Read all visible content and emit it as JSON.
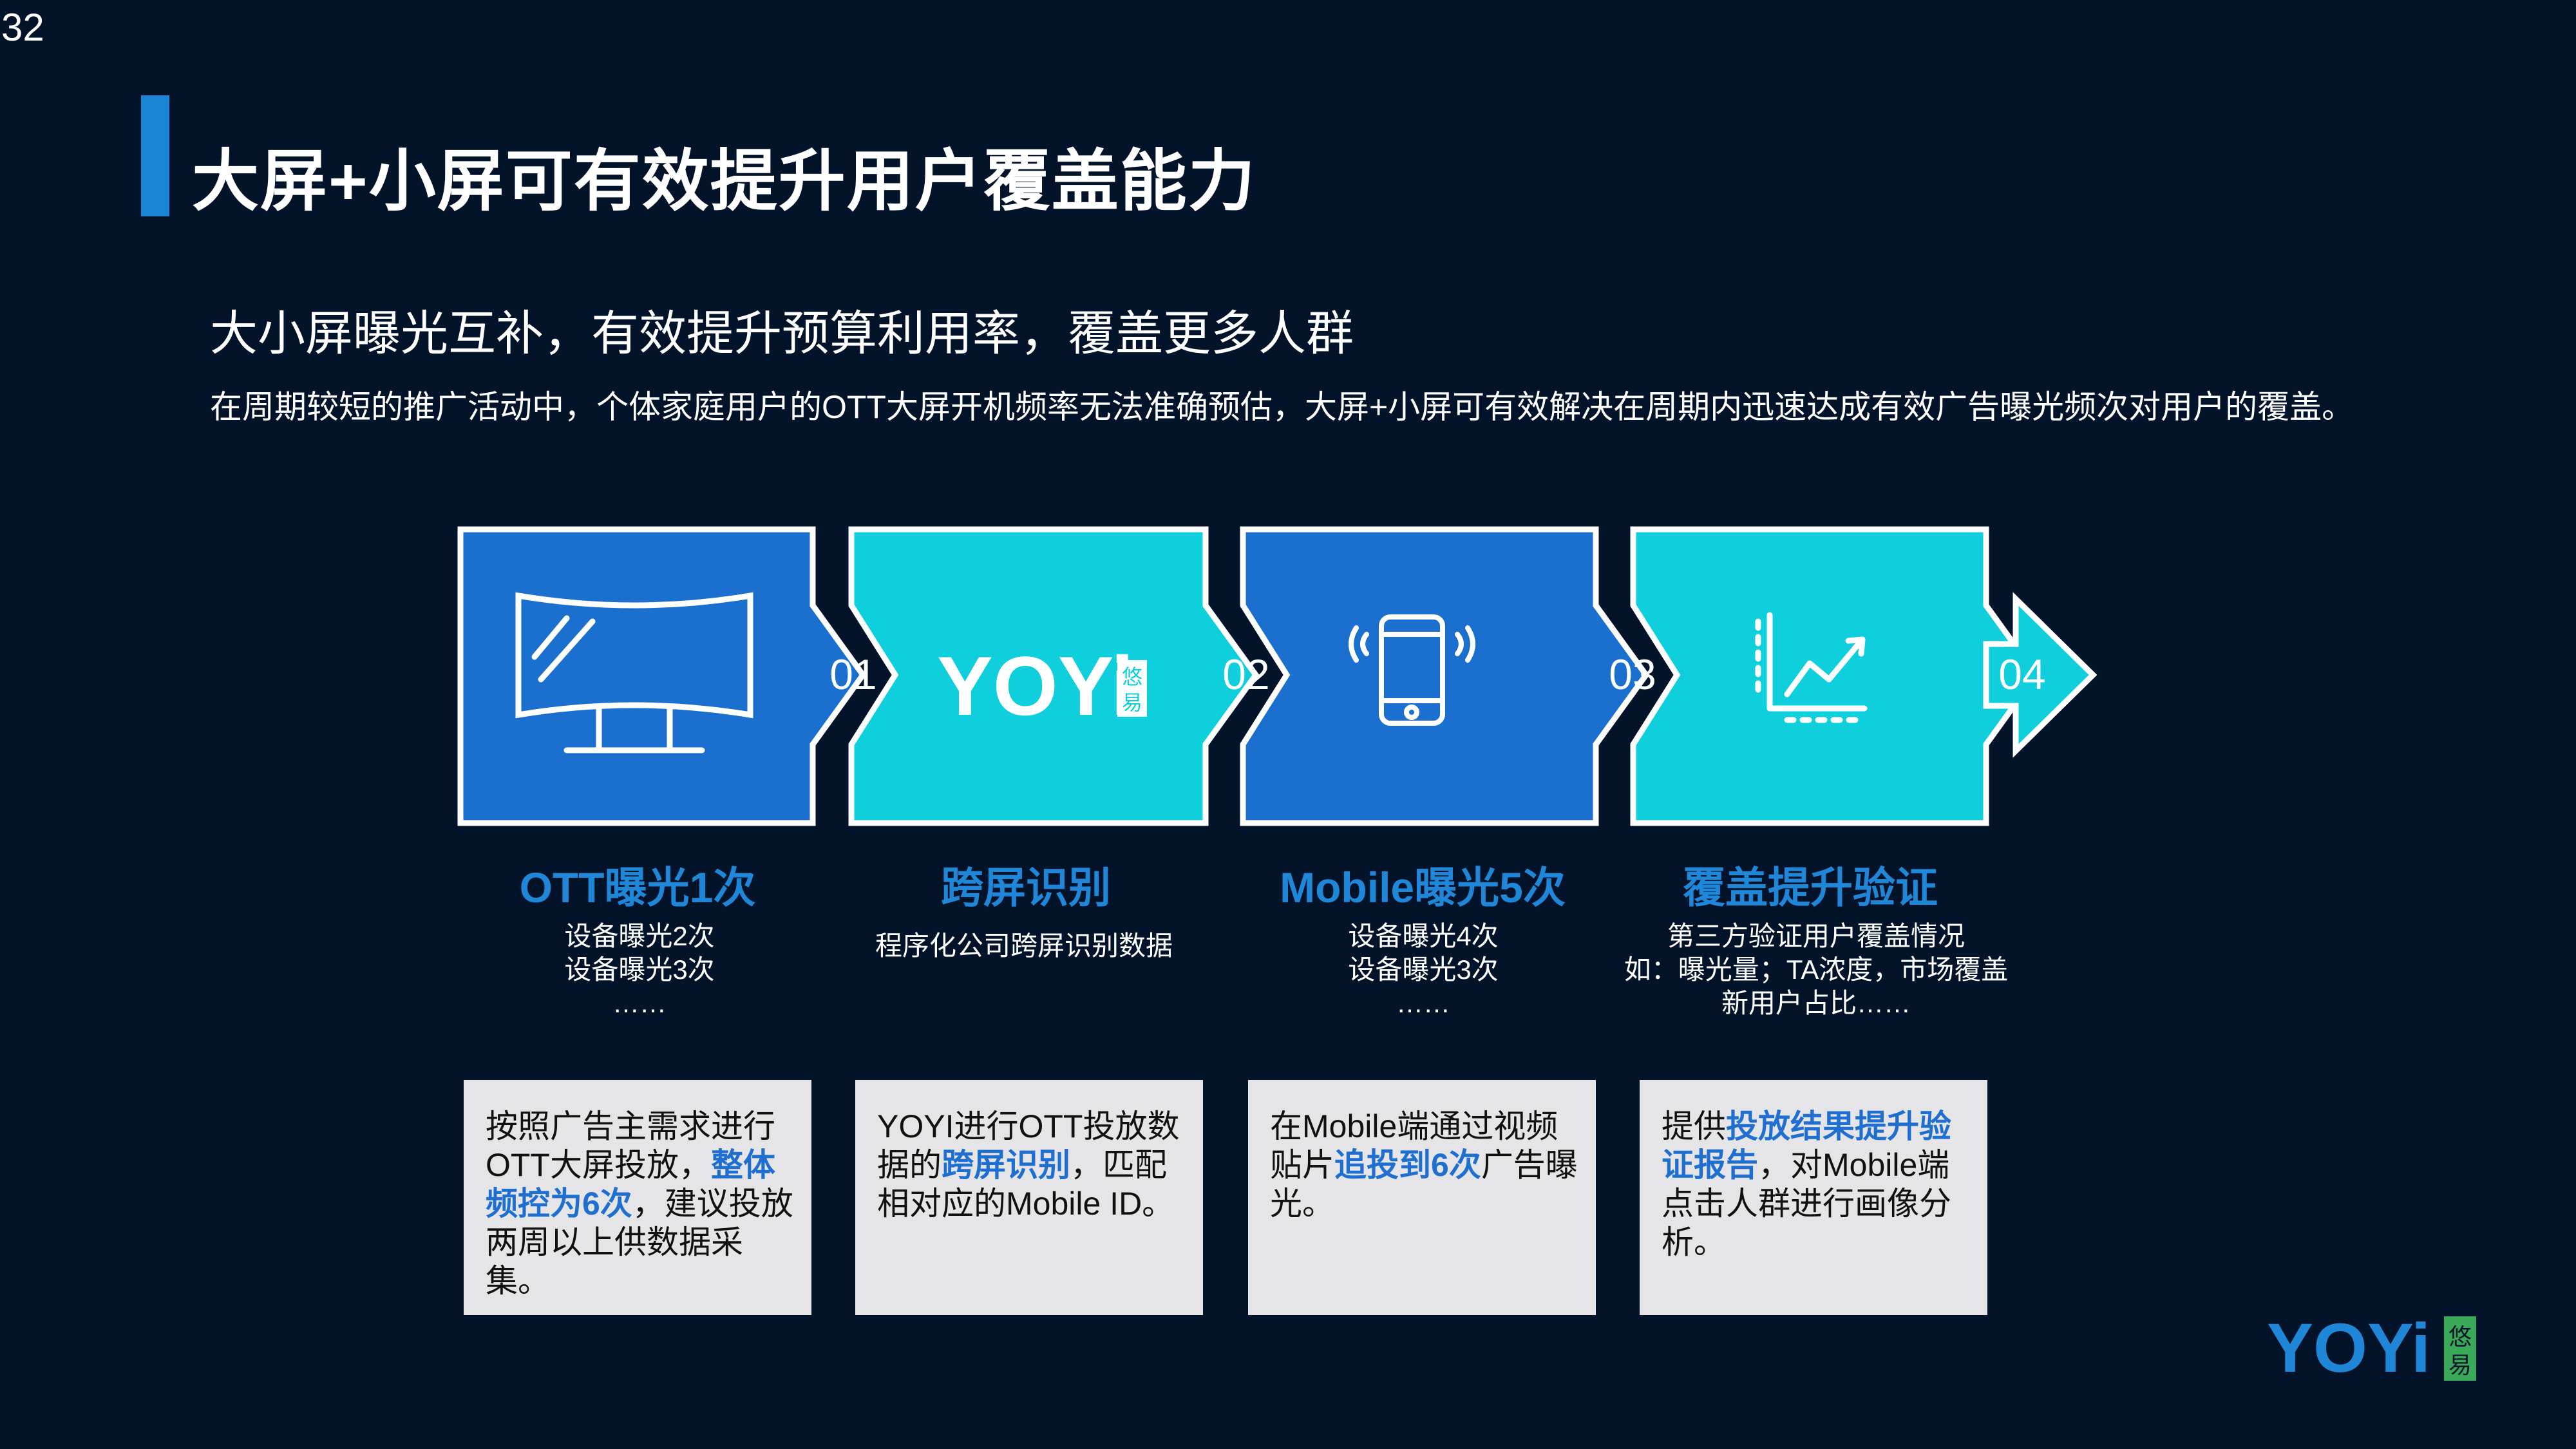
{
  "page_number": "32",
  "title": "大屏+小屏可有效提升用户覆盖能力",
  "subtitle": "大小屏曝光互补，有效提升预算利用率，覆盖更多人群",
  "description": "在周期较短的推广活动中，个体家庭用户的OTT大屏开机频率无法准确预估，大屏+小屏可有效解决在周期内迅速达成有效广告曝光频次对用户的覆盖。",
  "colors": {
    "background": "#03142a",
    "dark_blue_block": "#1a6fcf",
    "cyan_block": "#0fcfdc",
    "accent_blue": "#1f86d8",
    "logo_green": "#3aa95a"
  },
  "flow": [
    {
      "number": "01",
      "icon": "curved-tv-icon",
      "label": "OTT曝光1次",
      "details": [
        "设备曝光2次",
        "设备曝光3次",
        "……"
      ],
      "card": [
        {
          "t": "按照广告主需求进行OTT大屏投放，"
        },
        {
          "t": "整体频控为6次",
          "hl": true
        },
        {
          "t": "，建议投放两周以上供数据采集。"
        }
      ]
    },
    {
      "number": "02",
      "icon": "yoyi-logo-icon",
      "icon_logo_text": "YOYi",
      "icon_logo_cn": "悠易",
      "label": "跨屏识别",
      "details": [
        "程序化公司跨屏识别数据"
      ],
      "card": [
        {
          "t": "YOYI进行OTT投放数据的"
        },
        {
          "t": "跨屏识别",
          "hl": true
        },
        {
          "t": "，匹配相对应的Mobile ID。"
        }
      ]
    },
    {
      "number": "03",
      "icon": "mobile-phone-icon",
      "label": "Mobile曝光5次",
      "details": [
        "设备曝光4次",
        "设备曝光3次",
        "……"
      ],
      "card": [
        {
          "t": "在Mobile端通过视频贴片"
        },
        {
          "t": "追投到6次",
          "hl": true
        },
        {
          "t": "广告曝光。"
        }
      ]
    },
    {
      "number": "04",
      "icon": "growth-chart-icon",
      "label": "覆盖提升验证",
      "details": [
        "第三方验证用户覆盖情况",
        "如：曝光量；TA浓度，市场覆盖",
        "新用户占比……"
      ],
      "card": [
        {
          "t": "提供"
        },
        {
          "t": "投放结果提升验证报告",
          "hl": true
        },
        {
          "t": "，对Mobile端点击人群进行画像分析。"
        }
      ]
    }
  ],
  "logo": {
    "text": "YOYi",
    "cn": "悠易"
  }
}
